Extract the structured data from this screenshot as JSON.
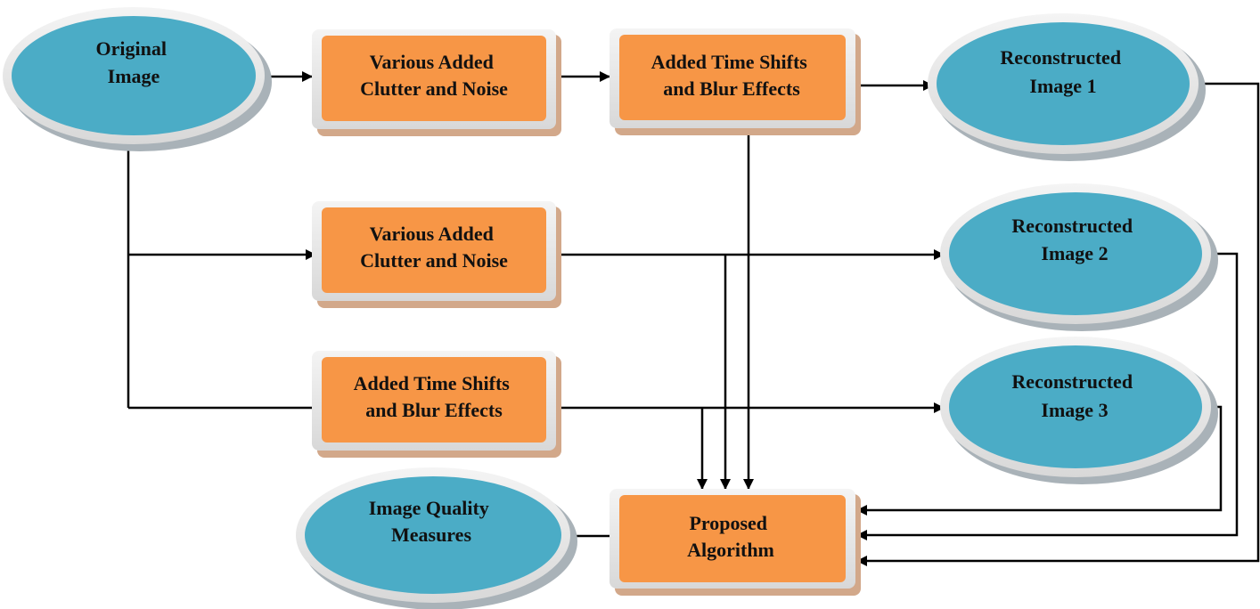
{
  "colors": {
    "box_fill": "#f79646",
    "ellipse_fill": "#4bacc6",
    "connector": "#000000"
  },
  "nodes": {
    "original": {
      "line1": "Original",
      "line2": "Image"
    },
    "noise_top": {
      "line1": "Various Added",
      "line2": "Clutter and Noise"
    },
    "shift_top": {
      "line1": "Added Time Shifts",
      "line2": "and Blur Effects"
    },
    "recon1": {
      "line1": "Reconstructed",
      "line2": "Image 1"
    },
    "noise_mid": {
      "line1": "Various Added",
      "line2": "Clutter and Noise"
    },
    "recon2": {
      "line1": "Reconstructed",
      "line2": "Image 2"
    },
    "shift_low": {
      "line1": "Added Time Shifts",
      "line2": "and Blur Effects"
    },
    "recon3": {
      "line1": "Reconstructed",
      "line2": "Image 3"
    },
    "quality": {
      "line1": "Image Quality",
      "line2": "Measures"
    },
    "algorithm": {
      "line1": "Proposed",
      "line2": "Algorithm"
    }
  }
}
